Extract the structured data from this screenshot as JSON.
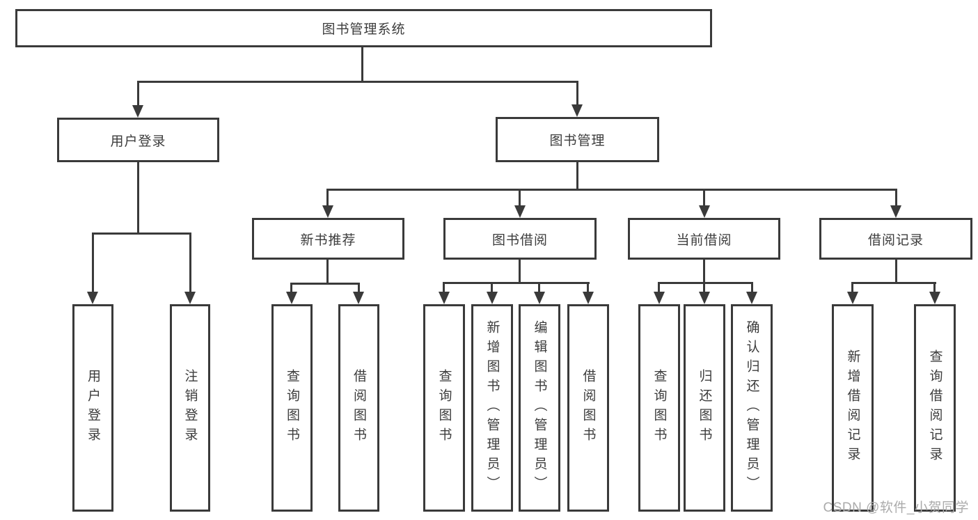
{
  "tree": {
    "root": "图书管理系统",
    "children": [
      {
        "label": "用户登录",
        "children": [
          "用户登录",
          "注销登录"
        ]
      },
      {
        "label": "图书管理",
        "children": [
          {
            "label": "新书推荐",
            "children": [
              "查询图书",
              "借阅图书"
            ]
          },
          {
            "label": "图书借阅",
            "children": [
              "查询图书",
              "新增图书（管理员）",
              "编辑图书（管理员）",
              "借阅图书"
            ]
          },
          {
            "label": "当前借阅",
            "children": [
              "查询图书",
              "归还图书",
              "确认归还（管理员）"
            ]
          },
          {
            "label": "借阅记录",
            "children": [
              "新增借阅记录",
              "查询借阅记录"
            ]
          }
        ]
      }
    ]
  },
  "watermark": {
    "text": "CSDN @软件_小贺同学"
  },
  "colors": {
    "line": "#3a3a3a",
    "text": "#3c3c3c",
    "background": "#ffffff",
    "watermark": "#ababab"
  }
}
